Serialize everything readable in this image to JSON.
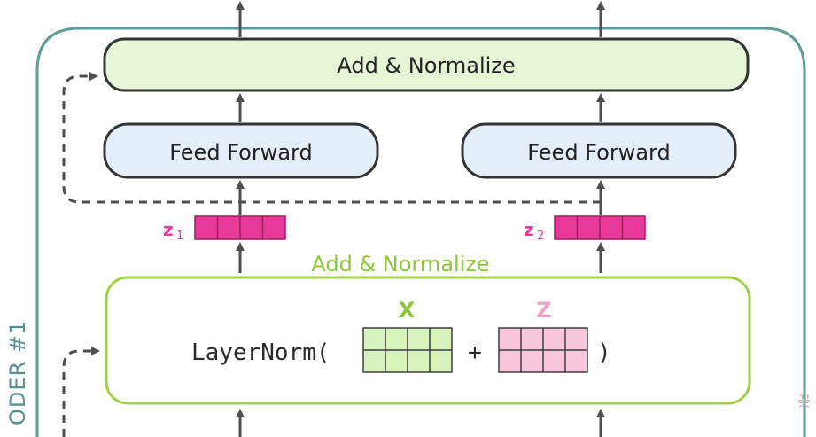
{
  "boxes": {
    "top_add_norm": "Add & Normalize",
    "feed_forward_1": "Feed Forward",
    "feed_forward_2": "Feed Forward",
    "lower_add_norm": "Add & Normalize"
  },
  "vectors": {
    "z1": "z",
    "z1_sub": "1",
    "z2": "z",
    "z2_sub": "2"
  },
  "layernorm": {
    "func_open": "LayerNorm(",
    "plus": "+",
    "func_close": ")",
    "x_label": "X",
    "z_label": "Z"
  },
  "side_label": "ODER #1",
  "corner_mark": "꽃",
  "colors": {
    "encoder_outline": "#5f9e94",
    "add_norm_fill": "#e5f5d6",
    "feed_forward_fill": "#e4eef9",
    "lime_outline": "#9fd04a",
    "lime_text": "#8cc63a",
    "magenta": "#e8399a",
    "pink_label": "#f0a4c6",
    "x_matrix_fill": "#d8f2bc",
    "z_matrix_fill": "#f9c7dc",
    "arrow": "#4f4f4f"
  }
}
